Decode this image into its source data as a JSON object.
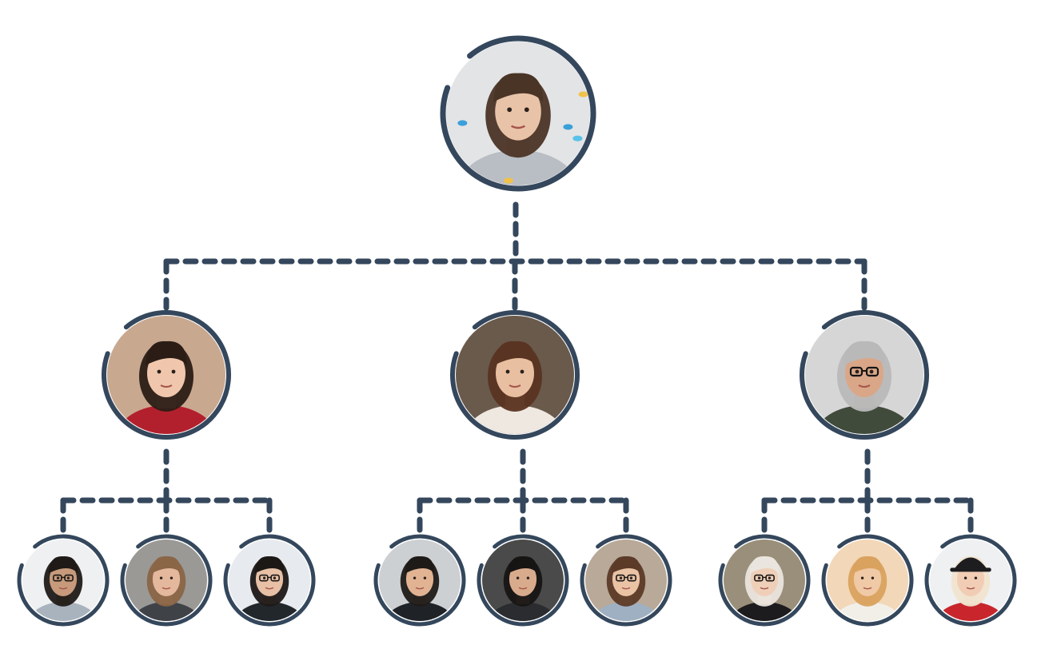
{
  "theme": {
    "connector_color": "#34475c",
    "ring_color": "#34475c",
    "background": "#ffffff"
  },
  "org_chart": {
    "root": {
      "name": "",
      "avatar_tone": "#e3e4e6",
      "skin": "#e9c3a8",
      "hair": "#4a3426",
      "shirt": "#b9bec4",
      "accessory": "confetti",
      "children": [
        {
          "name": "",
          "avatar_tone": "#c9a890",
          "skin": "#f0c7ad",
          "hair": "#2b1d16",
          "shirt": "#b3202d",
          "accessory": "",
          "children": [
            {
              "name": "",
              "avatar_tone": "#eef0f2",
              "skin": "#c79a7c",
              "hair": "#1f1a17",
              "shirt": "#a8b3bd",
              "accessory": "glasses"
            },
            {
              "name": "",
              "avatar_tone": "#9a9996",
              "skin": "#e4b89c",
              "hair": "#8a6546",
              "shirt": "#3f4247",
              "accessory": ""
            },
            {
              "name": "",
              "avatar_tone": "#e7eaee",
              "skin": "#e7c0a6",
              "hair": "#1c1816",
              "shirt": "#22272c",
              "accessory": "glasses"
            }
          ]
        },
        {
          "name": "",
          "avatar_tone": "#6a5a4c",
          "skin": "#e8bfa0",
          "hair": "#5a3422",
          "shirt": "#efe8e0",
          "accessory": "",
          "children": [
            {
              "name": "",
              "avatar_tone": "#cdd0d3",
              "skin": "#e1b393",
              "hair": "#1e1a18",
              "shirt": "#1f2328",
              "accessory": ""
            },
            {
              "name": "",
              "avatar_tone": "#4a4a4a",
              "skin": "#d9ab8d",
              "hair": "#171414",
              "shirt": "#2a2c30",
              "accessory": ""
            },
            {
              "name": "",
              "avatar_tone": "#b8a998",
              "skin": "#eac3a5",
              "hair": "#5b3a27",
              "shirt": "#9fb0c2",
              "accessory": "glasses"
            }
          ]
        },
        {
          "name": "",
          "avatar_tone": "#d6d6d6",
          "skin": "#d9a788",
          "hair": "#b9b9b9",
          "shirt": "#414b3c",
          "accessory": "glasses",
          "children": [
            {
              "name": "",
              "avatar_tone": "#9a8f7a",
              "skin": "#efcfb8",
              "hair": "#eae5de",
              "shirt": "#1c1c1e",
              "accessory": "glasses"
            },
            {
              "name": "",
              "avatar_tone": "#f2d7b8",
              "skin": "#f0c9a6",
              "hair": "#d9a25e",
              "shirt": "#f2efe9",
              "accessory": ""
            },
            {
              "name": "",
              "avatar_tone": "#eef0f2",
              "skin": "#f1cdb5",
              "hair": "#f0e4cf",
              "shirt": "#c8262c",
              "accessory": "cap"
            }
          ]
        }
      ]
    }
  }
}
